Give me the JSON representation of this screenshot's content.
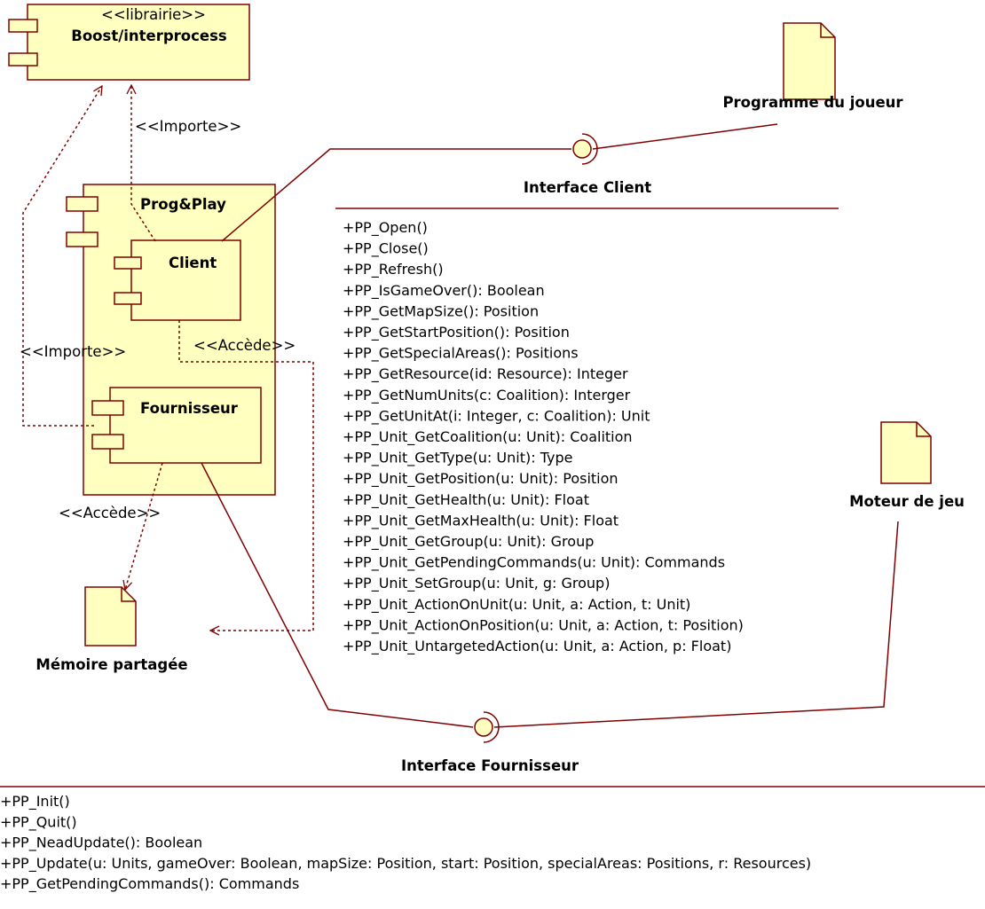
{
  "colors": {
    "box_fill": "#ffffc0",
    "box_stroke": "#800000",
    "line": "#800000"
  },
  "components": {
    "boost": {
      "stereotype": "<<librairie>>",
      "name": "Boost/interprocess"
    },
    "progplay": {
      "name": "Prog&Play"
    },
    "client": {
      "name": "Client"
    },
    "fournisseur": {
      "name": "Fournisseur"
    }
  },
  "artifacts": {
    "programme": {
      "name": "Programme du joueur"
    },
    "moteur": {
      "name": "Moteur de jeu"
    },
    "memoire": {
      "name": "Mémoire partagée"
    }
  },
  "dependencies": {
    "importe_client": "<<Importe>>",
    "importe_fournisseur": "<<Importe>>",
    "accede_client": "<<Accède>>",
    "accede_fournisseur": "<<Accède>>"
  },
  "interfaces": {
    "client": {
      "name": "Interface Client",
      "operations": [
        "+PP_Open()",
        "+PP_Close()",
        "+PP_Refresh()",
        "+PP_IsGameOver(): Boolean",
        "+PP_GetMapSize(): Position",
        "+PP_GetStartPosition(): Position",
        "+PP_GetSpecialAreas(): Positions",
        "+PP_GetResource(id: Resource): Integer",
        "+PP_GetNumUnits(c: Coalition): Interger",
        "+PP_GetUnitAt(i: Integer, c: Coalition): Unit",
        "+PP_Unit_GetCoalition(u: Unit): Coalition",
        "+PP_Unit_GetType(u: Unit): Type",
        "+PP_Unit_GetPosition(u: Unit): Position",
        "+PP_Unit_GetHealth(u: Unit): Float",
        "+PP_Unit_GetMaxHealth(u: Unit): Float",
        "+PP_Unit_GetGroup(u: Unit): Group",
        "+PP_Unit_GetPendingCommands(u: Unit): Commands",
        "+PP_Unit_SetGroup(u: Unit, g: Group)",
        "+PP_Unit_ActionOnUnit(u: Unit, a: Action, t: Unit)",
        "+PP_Unit_ActionOnPosition(u: Unit, a: Action, t: Position)",
        "+PP_Unit_UntargetedAction(u: Unit, a: Action, p: Float)"
      ]
    },
    "fournisseur": {
      "name": "Interface Fournisseur",
      "operations": [
        "+PP_Init()",
        "+PP_Quit()",
        "+PP_NeadUpdate(): Boolean",
        "+PP_Update(u: Units, gameOver: Boolean, mapSize: Position, start: Position, specialAreas: Positions, r: Resources)",
        "+PP_GetPendingCommands(): Commands"
      ]
    }
  }
}
